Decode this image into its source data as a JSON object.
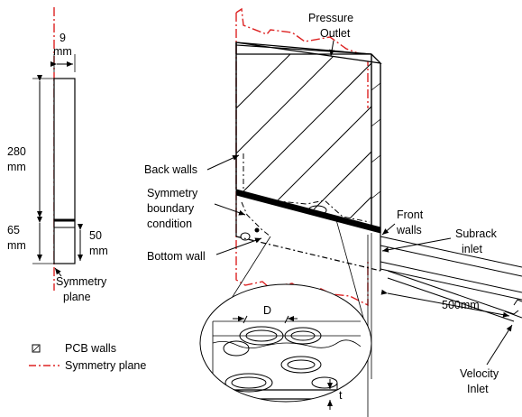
{
  "left_view": {
    "width_label": "9",
    "width_unit": "mm",
    "upper_height_value": "280",
    "upper_height_unit": "mm",
    "lower_height_value": "65",
    "lower_height_unit": "mm",
    "inlet_height_value": "50",
    "inlet_height_unit": "mm",
    "symmetry_label_line1": "Symmetry",
    "symmetry_label_line2": "plane"
  },
  "legend": {
    "pcb_walls": "PCB walls",
    "symmetry_plane": "Symmetry plane"
  },
  "main_view": {
    "pressure_outlet_line1": "Pressure",
    "pressure_outlet_line2": "Outlet",
    "back_walls": "Back walls",
    "symmetry_bc_line1": "Symmetry",
    "symmetry_bc_line2": "boundary",
    "symmetry_bc_line3": "condition",
    "bottom_wall": "Bottom wall",
    "front_walls_line1": "Front",
    "front_walls_line2": "walls",
    "subrack_inlet_line1": "Subrack",
    "subrack_inlet_line2": "inlet",
    "duct_length": "500mm",
    "velocity_inlet_line1": "Velocity",
    "velocity_inlet_line2": "Inlet"
  },
  "detail": {
    "pitch_label": "D",
    "thickness_label": "t"
  },
  "colors": {
    "symmetry_line": "#dd2222",
    "line": "#000000"
  }
}
